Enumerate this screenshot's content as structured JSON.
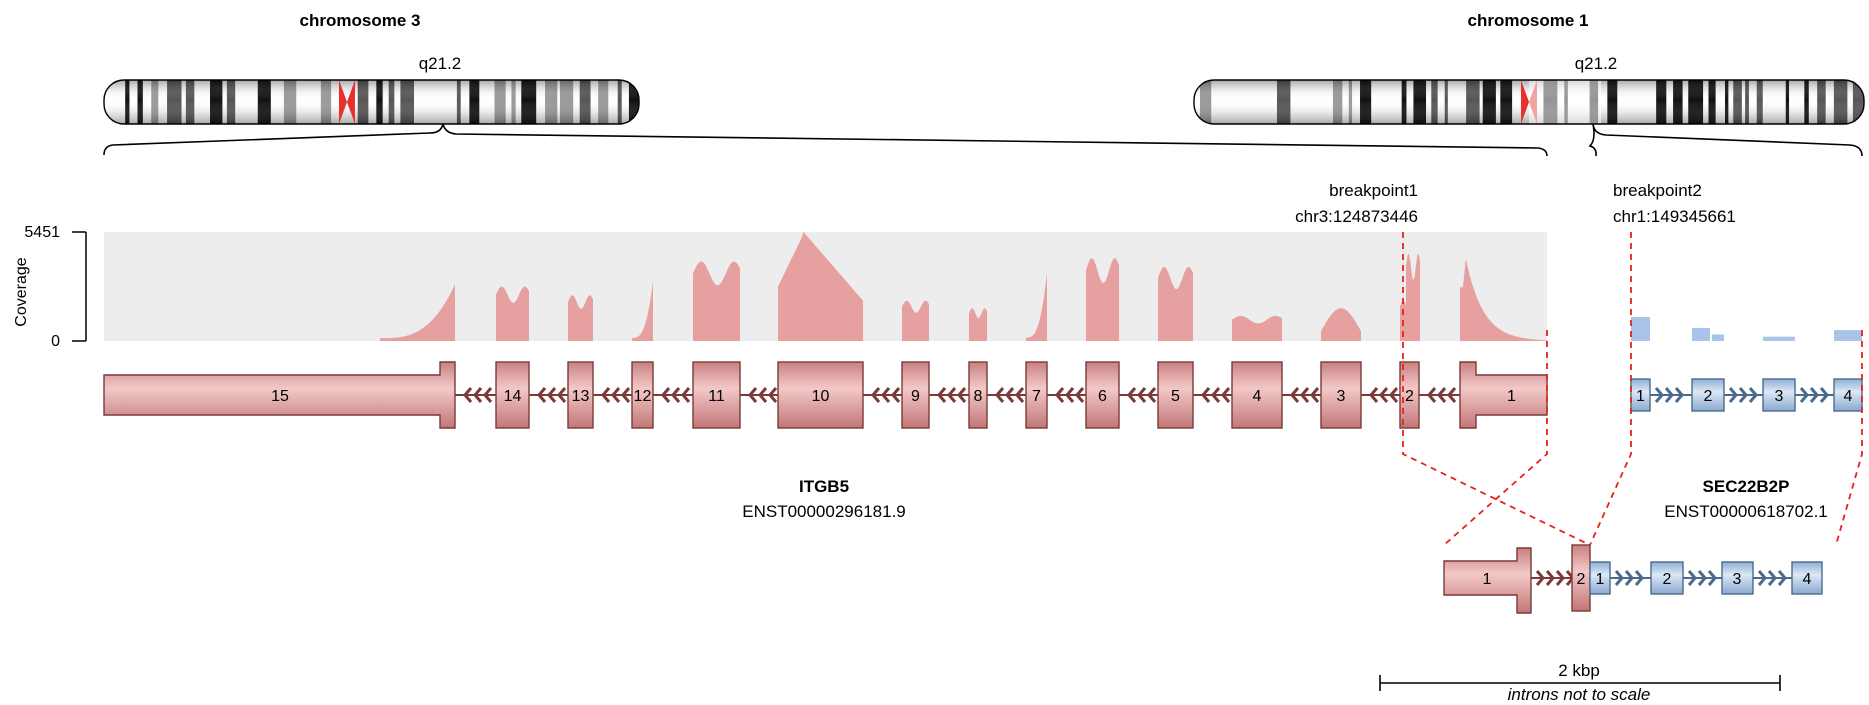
{
  "chromosome_left": {
    "title": "chromosome 3",
    "band": "q21.2"
  },
  "chromosome_right": {
    "title": "chromosome 1",
    "band": "q21.2"
  },
  "coverage": {
    "axis_label": "Coverage",
    "max_label": "5451",
    "min_label": "0",
    "colors": {
      "gene1": "#e6a0a0",
      "gene2": "#a9c4e8",
      "background": "#ebebeb"
    }
  },
  "breakpoint1": {
    "label": "breakpoint1",
    "coord": "chr3:124873446"
  },
  "breakpoint2": {
    "label": "breakpoint2",
    "coord": "chr1:149345661"
  },
  "gene1": {
    "name": "ITGB5",
    "transcript": "ENST00000296181.9",
    "exons": [
      "15",
      "14",
      "13",
      "12",
      "11",
      "10",
      "9",
      "8",
      "7",
      "6",
      "5",
      "4",
      "3",
      "2",
      "1"
    ],
    "color": "#dd9f9f",
    "stroke": "#7a3a3a"
  },
  "gene2": {
    "name": "SEC22B2P",
    "transcript": "ENST00000618702.1",
    "exons": [
      "1",
      "2",
      "3",
      "4"
    ],
    "color": "#b3cde8",
    "stroke": "#4a6b8c"
  },
  "fusion": {
    "exons": [
      "1",
      "2",
      "1",
      "2",
      "3",
      "4"
    ]
  },
  "scale": {
    "label": "2 kbp",
    "note": "introns not to scale"
  },
  "colors": {
    "breakpoint_line": "#e8221b",
    "centromere": "#e5322f"
  }
}
